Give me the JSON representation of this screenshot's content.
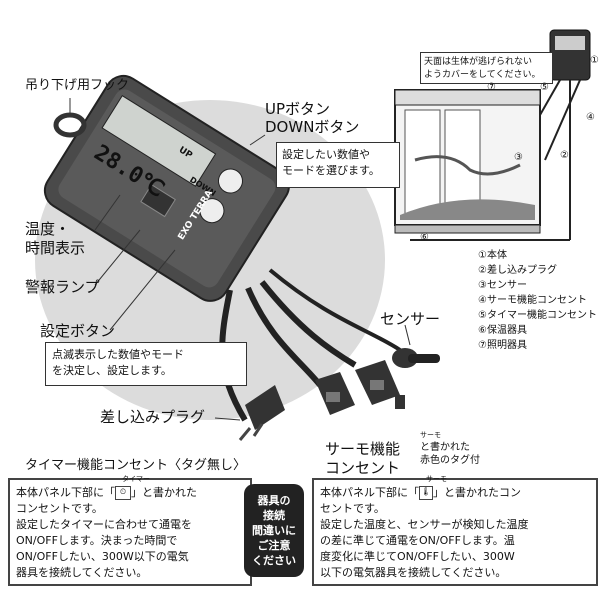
{
  "labels": {
    "hook": "吊り下げ用フック",
    "up_button": "UPボタン",
    "down_button": "DOWNボタン",
    "updown_desc": [
      "設定したい数値や",
      "モードを選びます。"
    ],
    "temp_time": [
      "温度・",
      "時間表示"
    ],
    "alarm_lamp": "警報ランプ",
    "set_button": "設定ボタン",
    "set_desc": [
      "点滅表示した数値やモード",
      "を決定し、設定します。"
    ],
    "sensor": "センサー",
    "plug": "差し込みプラグ",
    "timer_outlet": "タイマー機能コンセント〈タグ無し〉",
    "thermo_outlet": [
      "サーモ機能",
      "コンセント"
    ],
    "thermo_tag": [
      "と書かれた",
      "赤色のタグ付"
    ],
    "thermo_tag_small": "サーモ",
    "cover_note": [
      "天面は生体が逃げられない",
      "ようカバーをしてください。"
    ]
  },
  "device_display": {
    "reading": "28.0℃",
    "brand": "EXO TERRA",
    "up": "UP",
    "down": "DOWN"
  },
  "legend": [
    "①本体",
    "②差し込みプラグ",
    "③センサー",
    "④サーモ機能コンセント",
    "⑤タイマー機能コンセント",
    "⑥保温器具",
    "⑦照明器具"
  ],
  "callout_numbers": [
    "①",
    "②",
    "③",
    "④",
    "⑤",
    "⑥",
    "⑦"
  ],
  "timer_box": {
    "line1_pre": "本体パネル下部に「",
    "line1_post": "」と書かれた",
    "tag_small": "タイマー",
    "lines": [
      "コンセントです。",
      "設定したタイマーに合わせて通電を",
      "ON/OFFします。決まった時間で",
      "ON/OFFしたい、300W以下の電気",
      "器具を接続してください。"
    ]
  },
  "thermo_box": {
    "line1_pre": "本体パネル下部に「",
    "line1_post": "」と書かれたコン",
    "tag_small": "サーモ",
    "lines": [
      "セントです。",
      "設定した温度と、センサーが検知した温度",
      "の差に準じて通電をON/OFFします。温",
      "度変化に準じてON/OFFしたい、300W",
      "以下の電気器具を接続してください。"
    ]
  },
  "caution": [
    "器具の",
    "接続",
    "間違いに",
    "ご注意",
    "ください"
  ],
  "colors": {
    "body": "#4a4a4a",
    "screen": "#cfd3cf",
    "outline": "#222222",
    "shadow": "#d6d6d6"
  }
}
